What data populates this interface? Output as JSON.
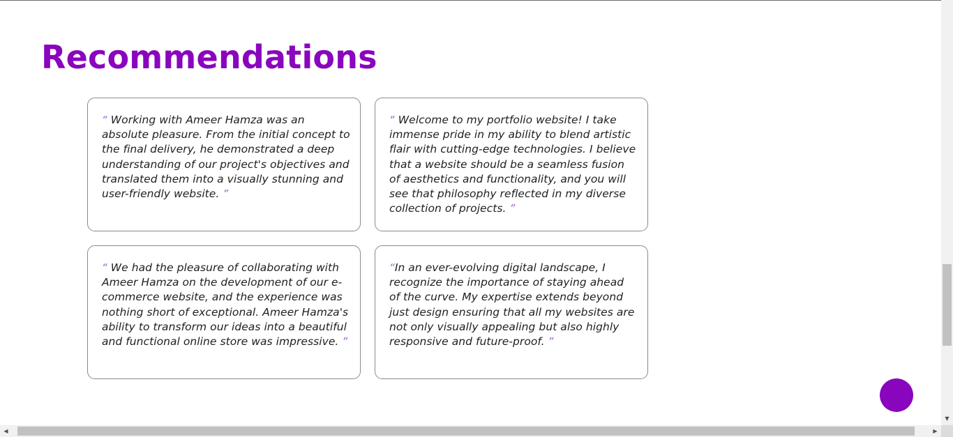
{
  "page": {
    "title": "Recommendations"
  },
  "recommendations": [
    {
      "open_quote": "“",
      "text": " Working with Ameer Hamza was an absolute pleasure. From the initial concept to the final delivery, he demonstrated a deep understanding of our project's objectives and translated them into a visually stunning and user-friendly website. ",
      "close_quote": "”"
    },
    {
      "open_quote": "“",
      "text": " Welcome to my portfolio website! I take immense pride in my ability to blend artistic flair with cutting-edge technologies. I believe that a website should be a seamless fusion of aesthetics and functionality, and you will see that philosophy reflected in my diverse collection of projects. ",
      "close_quote": "”"
    },
    {
      "open_quote": "“",
      "text": " We had the pleasure of collaborating with Ameer Hamza on the development of our e-commerce website, and the experience was nothing short of exceptional. Ameer Hamza's ability to transform our ideas into a beautiful and functional online store was impressive. ",
      "close_quote": "”"
    },
    {
      "open_quote": "“",
      "text": "In an ever-evolving digital landscape, I recognize the importance of staying ahead of the curve. My expertise extends beyond just design ensuring that all my websites are not only visually appealing but also highly responsive and future-proof. ",
      "close_quote": "”"
    }
  ],
  "scrollbars": {
    "up_arrow": "▲",
    "down_arrow": "▼",
    "left_arrow": "◀",
    "right_arrow": "▶",
    "vertical_position": 0.65,
    "horizontal_position": 0.02
  },
  "colors": {
    "accent": "#8a05be",
    "quote_mark": "#9d5fd6",
    "card_border": "#8a8a8a",
    "text": "#1f1f1f"
  },
  "icons": {
    "fab": "scroll-to-top-circle"
  }
}
